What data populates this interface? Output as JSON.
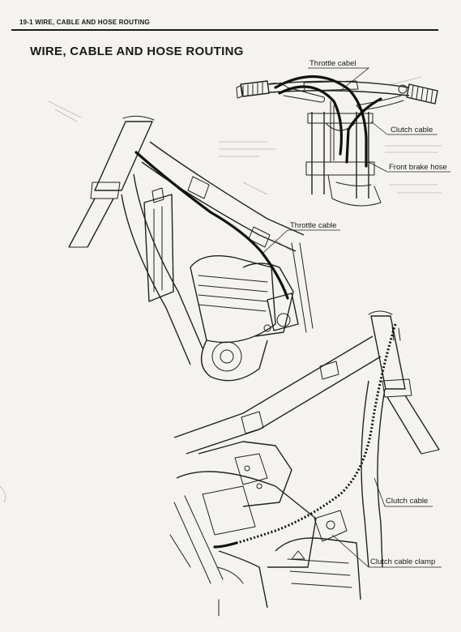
{
  "header": {
    "text": "19-1 WIRE, CABLE AND HOSE ROUTING"
  },
  "title": "WIRE, CABLE AND HOSE ROUTING",
  "labels": {
    "throttle_cabel": "Throttle cabel",
    "clutch_cable_top": "Clutch cable",
    "front_brake_hose": "Front brake hose",
    "throttle_cable": "Throttle cable",
    "clutch_cable_bottom": "Clutch cable",
    "clutch_cable_clamp": "Clutch cable clamp"
  }
}
